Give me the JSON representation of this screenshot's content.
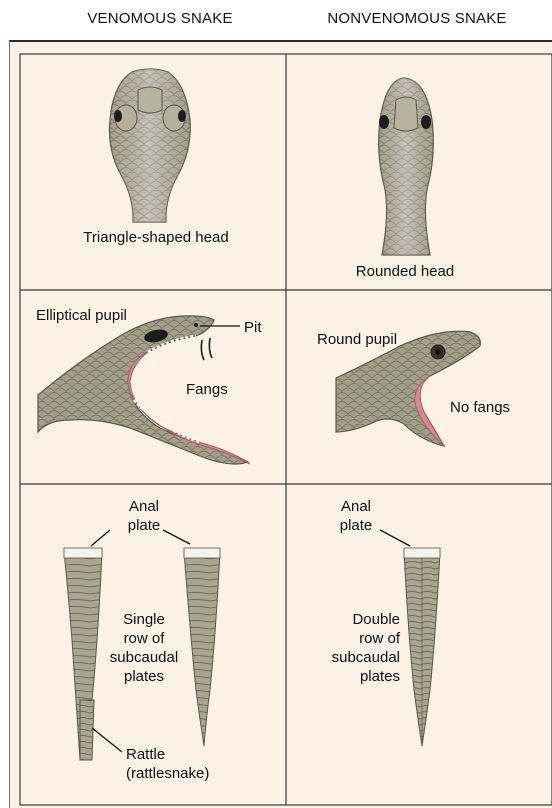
{
  "headers": {
    "venomous": "VENOMOUS SNAKE",
    "nonvenomous": "NONVENOMOUS SNAKE"
  },
  "labels": {
    "triangle_head": "Triangle-shaped head",
    "rounded_head": "Rounded head",
    "elliptical_pupil": "Elliptical pupil",
    "pit": "Pit",
    "fangs": "Fangs",
    "round_pupil": "Round pupil",
    "no_fangs": "No fangs",
    "anal_plate_left_1": "Anal",
    "anal_plate_left_2": "plate",
    "single_row_1": "Single",
    "single_row_2": "row of",
    "single_row_3": "subcaudal",
    "single_row_4": "plates",
    "rattle_1": "Rattle",
    "rattle_2": "(rattlesnake)",
    "anal_plate_right_1": "Anal",
    "anal_plate_right_2": "plate",
    "double_row_1": "Double",
    "double_row_2": "row of",
    "double_row_3": "subcaudal",
    "double_row_4": "plates"
  },
  "colors": {
    "panel_bg": "#fbf1e4",
    "scale": "#a49f8c",
    "scale_dark": "#6f6b5d",
    "mouth": "#d88a94",
    "grid": "#3a3a3a"
  }
}
